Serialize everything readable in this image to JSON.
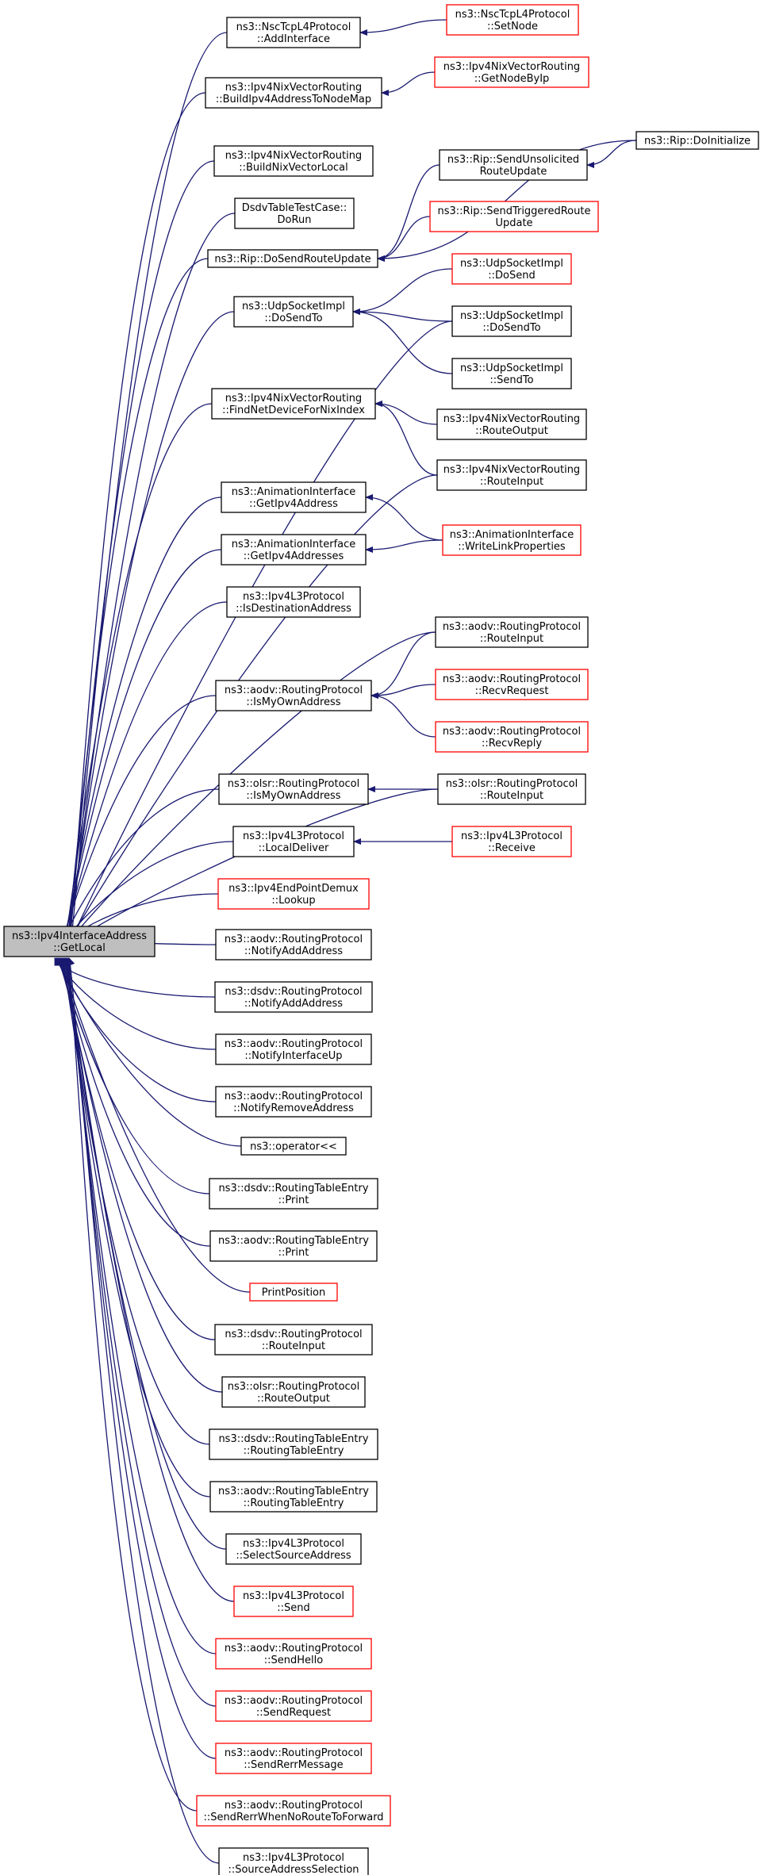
{
  "colors": {
    "edge": "#191970",
    "documented_border": "#000000",
    "undocumented_border": "#ff0000",
    "root_fill": "#bfbfbf",
    "node_fill": "#ffffff"
  },
  "nodes": [
    {
      "id": "root",
      "lines": [
        "ns3::Ipv4InterfaceAddress",
        "::GetLocal"
      ],
      "style": "root"
    },
    {
      "id": "n1",
      "lines": [
        "ns3::NscTcpL4Protocol",
        "::AddInterface"
      ],
      "style": "black"
    },
    {
      "id": "n2",
      "lines": [
        "ns3::NscTcpL4Protocol",
        "::SetNode"
      ],
      "style": "red"
    },
    {
      "id": "n3",
      "lines": [
        "ns3::Ipv4NixVectorRouting",
        "::BuildIpv4AddressToNodeMap"
      ],
      "style": "black"
    },
    {
      "id": "n4",
      "lines": [
        "ns3::Ipv4NixVectorRouting",
        "::GetNodeByIp"
      ],
      "style": "red"
    },
    {
      "id": "n5",
      "lines": [
        "ns3::Ipv4NixVectorRouting",
        "::BuildNixVectorLocal"
      ],
      "style": "black"
    },
    {
      "id": "n6",
      "lines": [
        "DsdvTableTestCase::",
        "DoRun"
      ],
      "style": "black"
    },
    {
      "id": "n7",
      "lines": [
        "ns3::Rip::DoSendRouteUpdate"
      ],
      "style": "black"
    },
    {
      "id": "n8",
      "lines": [
        "ns3::Rip::SendUnsolicited",
        "RouteUpdate"
      ],
      "style": "black"
    },
    {
      "id": "n9",
      "lines": [
        "ns3::Rip::DoInitialize"
      ],
      "style": "black"
    },
    {
      "id": "n10",
      "lines": [
        "ns3::Rip::SendTriggeredRoute",
        "Update"
      ],
      "style": "red"
    },
    {
      "id": "n11",
      "lines": [
        "ns3::UdpSocketImpl",
        "::DoSendTo"
      ],
      "style": "black"
    },
    {
      "id": "n12",
      "lines": [
        "ns3::UdpSocketImpl",
        "::DoSend"
      ],
      "style": "red"
    },
    {
      "id": "n13",
      "lines": [
        "ns3::UdpSocketImpl",
        "::DoSendTo"
      ],
      "style": "black"
    },
    {
      "id": "n14",
      "lines": [
        "ns3::UdpSocketImpl",
        "::SendTo"
      ],
      "style": "black"
    },
    {
      "id": "n15",
      "lines": [
        "ns3::Ipv4NixVectorRouting",
        "::FindNetDeviceForNixIndex"
      ],
      "style": "black"
    },
    {
      "id": "n16",
      "lines": [
        "ns3::Ipv4NixVectorRouting",
        "::RouteOutput"
      ],
      "style": "black"
    },
    {
      "id": "n17",
      "lines": [
        "ns3::Ipv4NixVectorRouting",
        "::RouteInput"
      ],
      "style": "black"
    },
    {
      "id": "n18",
      "lines": [
        "ns3::AnimationInterface",
        "::GetIpv4Address"
      ],
      "style": "black"
    },
    {
      "id": "n19",
      "lines": [
        "ns3::AnimationInterface",
        "::WriteLinkProperties"
      ],
      "style": "red"
    },
    {
      "id": "n20",
      "lines": [
        "ns3::AnimationInterface",
        "::GetIpv4Addresses"
      ],
      "style": "black"
    },
    {
      "id": "n21",
      "lines": [
        "ns3::Ipv4L3Protocol",
        "::IsDestinationAddress"
      ],
      "style": "black"
    },
    {
      "id": "n22",
      "lines": [
        "ns3::aodv::RoutingProtocol",
        "::RouteInput"
      ],
      "style": "black"
    },
    {
      "id": "n23",
      "lines": [
        "ns3::aodv::RoutingProtocol",
        "::IsMyOwnAddress"
      ],
      "style": "black"
    },
    {
      "id": "n24",
      "lines": [
        "ns3::aodv::RoutingProtocol",
        "::RecvRequest"
      ],
      "style": "red"
    },
    {
      "id": "n25",
      "lines": [
        "ns3::aodv::RoutingProtocol",
        "::RecvReply"
      ],
      "style": "red"
    },
    {
      "id": "n26",
      "lines": [
        "ns3::olsr::RoutingProtocol",
        "::IsMyOwnAddress"
      ],
      "style": "black"
    },
    {
      "id": "n27",
      "lines": [
        "ns3::olsr::RoutingProtocol",
        "::RouteInput"
      ],
      "style": "black"
    },
    {
      "id": "n28",
      "lines": [
        "ns3::Ipv4L3Protocol",
        "::LocalDeliver"
      ],
      "style": "black"
    },
    {
      "id": "n29",
      "lines": [
        "ns3::Ipv4L3Protocol",
        "::Receive"
      ],
      "style": "red"
    },
    {
      "id": "n30",
      "lines": [
        "ns3::Ipv4EndPointDemux",
        "::Lookup"
      ],
      "style": "red"
    },
    {
      "id": "n31",
      "lines": [
        "ns3::aodv::RoutingProtocol",
        "::NotifyAddAddress"
      ],
      "style": "black"
    },
    {
      "id": "n32",
      "lines": [
        "ns3::dsdv::RoutingProtocol",
        "::NotifyAddAddress"
      ],
      "style": "black"
    },
    {
      "id": "n33",
      "lines": [
        "ns3::aodv::RoutingProtocol",
        "::NotifyInterfaceUp"
      ],
      "style": "black"
    },
    {
      "id": "n34",
      "lines": [
        "ns3::aodv::RoutingProtocol",
        "::NotifyRemoveAddress"
      ],
      "style": "black"
    },
    {
      "id": "n35",
      "lines": [
        "ns3::operator<<"
      ],
      "style": "black"
    },
    {
      "id": "n36",
      "lines": [
        "ns3::dsdv::RoutingTableEntry",
        "::Print"
      ],
      "style": "black"
    },
    {
      "id": "n37",
      "lines": [
        "ns3::aodv::RoutingTableEntry",
        "::Print"
      ],
      "style": "black"
    },
    {
      "id": "n38",
      "lines": [
        "PrintPosition"
      ],
      "style": "red"
    },
    {
      "id": "n39",
      "lines": [
        "ns3::dsdv::RoutingProtocol",
        "::RouteInput"
      ],
      "style": "black"
    },
    {
      "id": "n40",
      "lines": [
        "ns3::olsr::RoutingProtocol",
        "::RouteOutput"
      ],
      "style": "black"
    },
    {
      "id": "n41",
      "lines": [
        "ns3::dsdv::RoutingTableEntry",
        "::RoutingTableEntry"
      ],
      "style": "black"
    },
    {
      "id": "n42",
      "lines": [
        "ns3::aodv::RoutingTableEntry",
        "::RoutingTableEntry"
      ],
      "style": "black"
    },
    {
      "id": "n43",
      "lines": [
        "ns3::Ipv4L3Protocol",
        "::SelectSourceAddress"
      ],
      "style": "black"
    },
    {
      "id": "n44",
      "lines": [
        "ns3::Ipv4L3Protocol",
        "::Send"
      ],
      "style": "red"
    },
    {
      "id": "n45",
      "lines": [
        "ns3::aodv::RoutingProtocol",
        "::SendHello"
      ],
      "style": "red"
    },
    {
      "id": "n46",
      "lines": [
        "ns3::aodv::RoutingProtocol",
        "::SendRequest"
      ],
      "style": "red"
    },
    {
      "id": "n47",
      "lines": [
        "ns3::aodv::RoutingProtocol",
        "::SendRerrMessage"
      ],
      "style": "red"
    },
    {
      "id": "n48",
      "lines": [
        "ns3::aodv::RoutingProtocol",
        "::SendRerrWhenNoRouteToForward"
      ],
      "style": "red"
    },
    {
      "id": "n49",
      "lines": [
        "ns3::Ipv4L3Protocol",
        "::SourceAddressSelection"
      ],
      "style": "black"
    }
  ],
  "edges": [
    {
      "from": "n1",
      "to": "root"
    },
    {
      "from": "n3",
      "to": "root"
    },
    {
      "from": "n5",
      "to": "root"
    },
    {
      "from": "n6",
      "to": "root"
    },
    {
      "from": "n7",
      "to": "root"
    },
    {
      "from": "n11",
      "to": "root"
    },
    {
      "from": "n13",
      "to": "root"
    },
    {
      "from": "n15",
      "to": "root"
    },
    {
      "from": "n17",
      "to": "root"
    },
    {
      "from": "n18",
      "to": "root"
    },
    {
      "from": "n20",
      "to": "root"
    },
    {
      "from": "n21",
      "to": "root"
    },
    {
      "from": "n22",
      "to": "root"
    },
    {
      "from": "n23",
      "to": "root"
    },
    {
      "from": "n26",
      "to": "root"
    },
    {
      "from": "n27",
      "to": "root"
    },
    {
      "from": "n28",
      "to": "root"
    },
    {
      "from": "n30",
      "to": "root"
    },
    {
      "from": "n31",
      "to": "root"
    },
    {
      "from": "n32",
      "to": "root"
    },
    {
      "from": "n33",
      "to": "root"
    },
    {
      "from": "n34",
      "to": "root"
    },
    {
      "from": "n35",
      "to": "root"
    },
    {
      "from": "n36",
      "to": "root"
    },
    {
      "from": "n37",
      "to": "root"
    },
    {
      "from": "n38",
      "to": "root"
    },
    {
      "from": "n39",
      "to": "root"
    },
    {
      "from": "n40",
      "to": "root"
    },
    {
      "from": "n41",
      "to": "root"
    },
    {
      "from": "n42",
      "to": "root"
    },
    {
      "from": "n43",
      "to": "root"
    },
    {
      "from": "n44",
      "to": "root"
    },
    {
      "from": "n45",
      "to": "root"
    },
    {
      "from": "n46",
      "to": "root"
    },
    {
      "from": "n47",
      "to": "root"
    },
    {
      "from": "n48",
      "to": "root"
    },
    {
      "from": "n49",
      "to": "root"
    },
    {
      "from": "n2",
      "to": "n1"
    },
    {
      "from": "n4",
      "to": "n3"
    },
    {
      "from": "n8",
      "to": "n7"
    },
    {
      "from": "n9",
      "to": "n7"
    },
    {
      "from": "n10",
      "to": "n7"
    },
    {
      "from": "n9",
      "to": "n8"
    },
    {
      "from": "n12",
      "to": "n11"
    },
    {
      "from": "n13",
      "to": "n11"
    },
    {
      "from": "n14",
      "to": "n11"
    },
    {
      "from": "n16",
      "to": "n15"
    },
    {
      "from": "n17",
      "to": "n15"
    },
    {
      "from": "n19",
      "to": "n18"
    },
    {
      "from": "n19",
      "to": "n20"
    },
    {
      "from": "n22",
      "to": "n23"
    },
    {
      "from": "n24",
      "to": "n23"
    },
    {
      "from": "n25",
      "to": "n23"
    },
    {
      "from": "n27",
      "to": "n26"
    },
    {
      "from": "n29",
      "to": "n28"
    }
  ]
}
